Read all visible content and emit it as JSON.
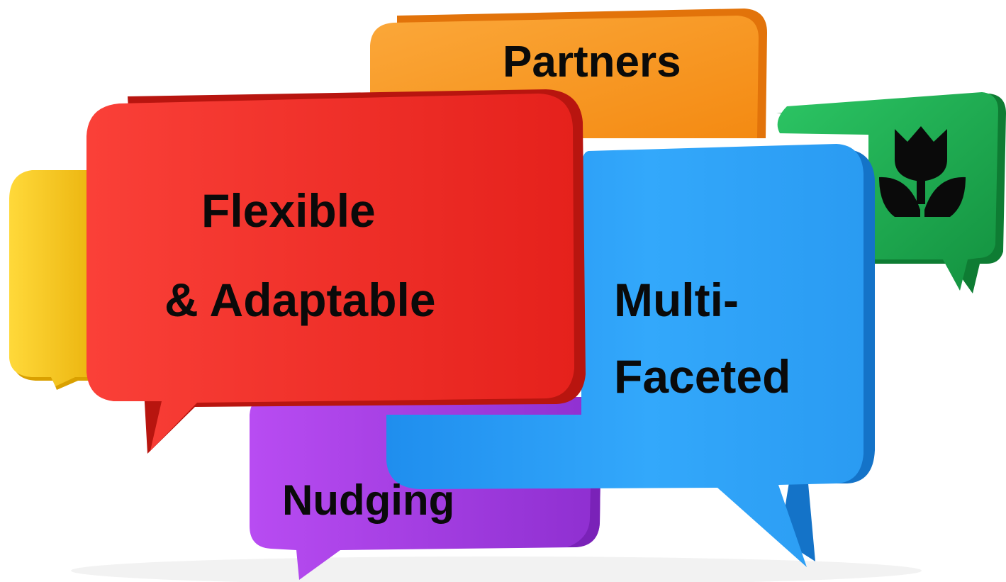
{
  "bubbles": {
    "partners": {
      "label": "Partners",
      "color": "#F7941D"
    },
    "flexible": {
      "line1": "Flexible",
      "line2": "& Adaptable",
      "color": "#EE2B24"
    },
    "multi": {
      "line1": "Multi-",
      "line2": "Faceted",
      "color": "#1E9AF0"
    },
    "nudging": {
      "label": "Nudging",
      "color": "#A63BE0"
    },
    "yellow": {
      "color": "#F7C21A"
    },
    "green": {
      "color": "#1FA84F",
      "icon": "tulip-icon"
    }
  }
}
